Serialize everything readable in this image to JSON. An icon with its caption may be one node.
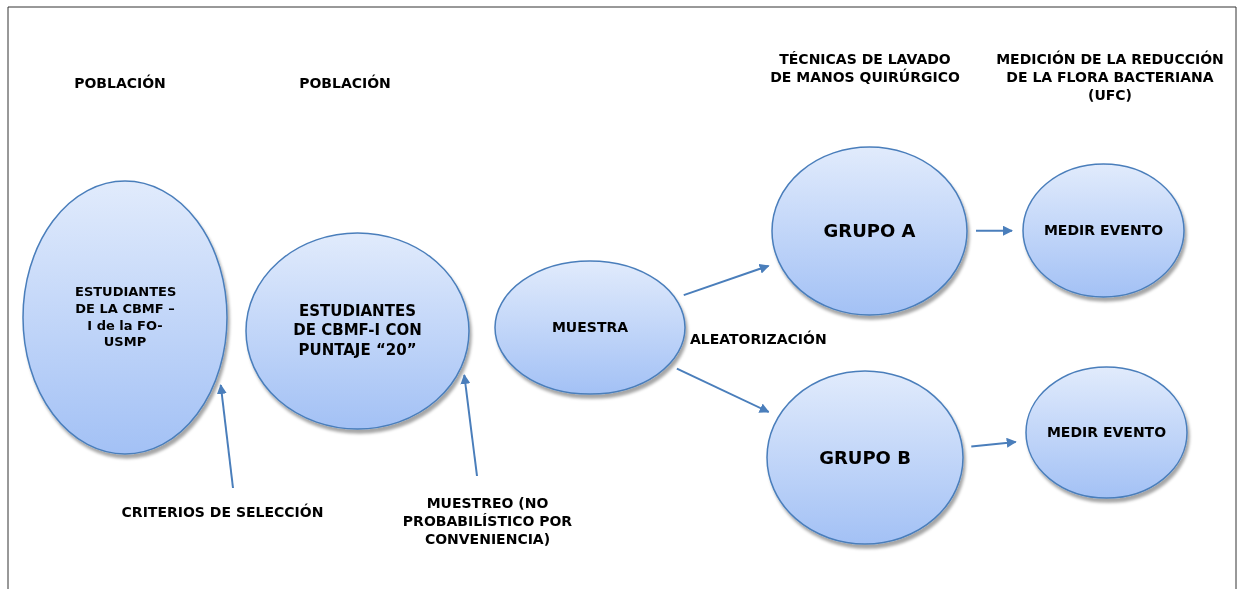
{
  "diagram": {
    "nodes": [
      {
        "text": [
          "ESTUDIANTES DE LA CBMF – I de la FO-USMP"
        ]
      },
      {
        "text": [
          "ESTUDIANTES DE CBMF-I CON PUNTAJE “20”"
        ]
      },
      {
        "text": [
          "MUESTRA"
        ]
      },
      {
        "text": [
          "CRITERIOS DE SELECCIÓN"
        ]
      },
      {
        "text": [
          "MUESTREO (NO PROBABILÍSTICO POR CONVENIENCIA)"
        ]
      },
      {
        "text": [
          "GRUPO A"
        ]
      },
      {
        "text": [
          "MEDIR EVENTO"
        ]
      },
      {
        "text": [
          "GRUPO B"
        ]
      },
      {
        "text": [
          "MEDIR EVENTO"
        ]
      }
    ],
    "edges": [
      {
        "from": 3,
        "to": 0,
        "arrow": "to"
      },
      {
        "from": 4,
        "to": 1,
        "arrow": "to"
      },
      {
        "from": 2,
        "to": 5,
        "arrow": "to"
      },
      {
        "from": 2,
        "to": 7,
        "arrow": "to"
      },
      {
        "from": 5,
        "to": 6,
        "arrow": "to"
      },
      {
        "from": 7,
        "to": 8,
        "arrow": "to"
      }
    ],
    "labels": [
      "POBLACIÓN",
      "POBLACIÓN",
      "TÉCNICAS DE LAVADO DE MANOS QUIRÚRGICO",
      "MEDICIÓN DE LA REDUCCIÓN DE LA FLORA BACTERIANA (UFC)",
      "ALEATORIZACIÓN"
    ]
  }
}
